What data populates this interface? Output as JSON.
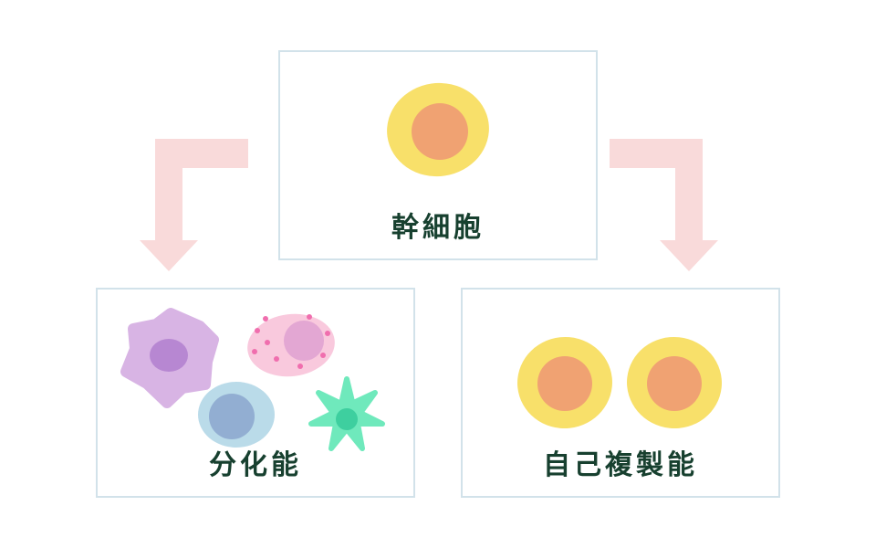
{
  "diagram": {
    "stem_cell": {
      "label": "幹細胞"
    },
    "differentiation": {
      "label": "分化能"
    },
    "self_renewal": {
      "label": "自己複製能"
    },
    "colors": {
      "background": "#ffffff",
      "box_border": "#d2e2ea",
      "arrow": "#f9dada",
      "label_text": "#17402f",
      "stem_outer": "#f8e06a",
      "stem_inner": "#f0a272",
      "purple_cell": "#d8b4e4",
      "purple_nucleus": "#b787d2",
      "pink_cell": "#f9c9dd",
      "pink_nucleus": "#e3a7d3",
      "pink_dots": "#f06eae",
      "blue_cell": "#badbe9",
      "blue_nucleus": "#92aed2",
      "green_cell": "#6fe9bc",
      "green_nucleus": "#3ecf9f"
    }
  }
}
